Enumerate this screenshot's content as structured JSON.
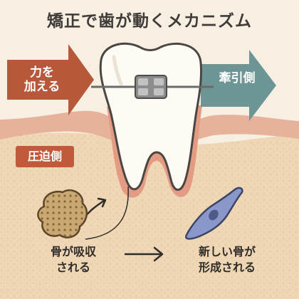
{
  "title": "矯正で歯が動くメカニズム",
  "labels": {
    "force_line1": "力を",
    "force_line2": "加える",
    "traction_side": "牽引側",
    "pressure_side": "圧迫側"
  },
  "captions": {
    "resorption_line1": "骨が吸収",
    "resorption_line2": "される",
    "formation_line1": "新しい骨が",
    "formation_line2": "形成される"
  },
  "colors": {
    "background": "#f6efe2",
    "force_arrow": "#b8583a",
    "traction_arrow": "#6e9595",
    "pressure_label": "#bf5a3a",
    "gum": "#e7b29c",
    "bone": "#efd6b5",
    "tooth": "#fdfbf4",
    "osteoclast": "#c9a873",
    "osteoblast": "#8a97c9"
  },
  "icons": {
    "osteoclast": "osteoclast-cell-icon",
    "osteoblast": "osteoblast-cell-icon",
    "process_arrow": "right-arrow-icon",
    "curved_arrow": "curved-arrow-icon"
  }
}
